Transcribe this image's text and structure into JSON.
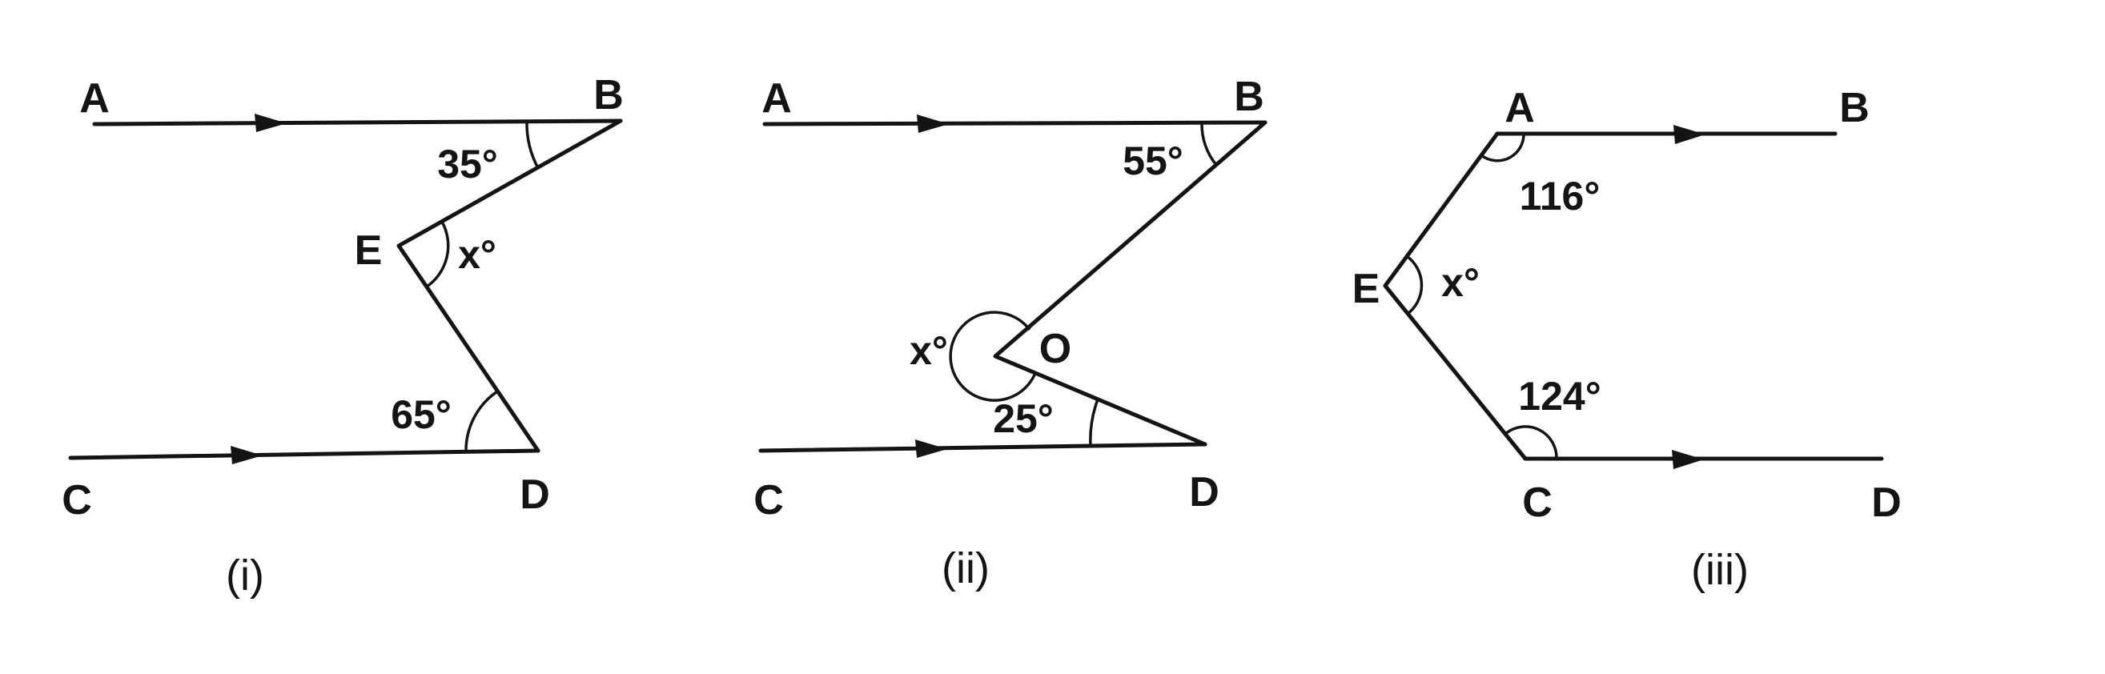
{
  "figures": [
    {
      "caption": "(i)",
      "points": {
        "A": "A",
        "B": "B",
        "C": "C",
        "D": "D",
        "E": "E"
      },
      "angles": {
        "at_B": "35°",
        "at_E": "x°",
        "at_D": "65°"
      }
    },
    {
      "caption": "(ii)",
      "points": {
        "A": "A",
        "B": "B",
        "C": "C",
        "D": "D",
        "O": "O"
      },
      "angles": {
        "at_B": "55°",
        "at_O": "x°",
        "at_D": "25°"
      }
    },
    {
      "caption": "(iii)",
      "points": {
        "A": "A",
        "B": "B",
        "C": "C",
        "D": "D",
        "E": "E"
      },
      "angles": {
        "at_A": "116°",
        "at_E": "x°",
        "at_C": "124°"
      }
    }
  ]
}
